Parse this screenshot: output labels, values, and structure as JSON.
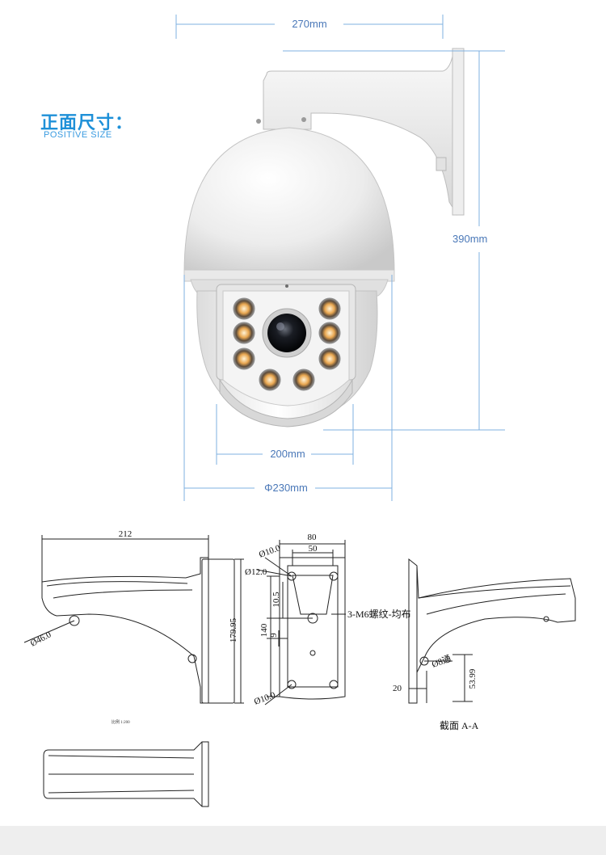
{
  "header": {
    "title": "正面尺寸：",
    "subtitle": "POSITIVE SIZE"
  },
  "top_dimensions": {
    "width_top": "270mm",
    "height": "390mm",
    "width_head": "200mm",
    "diameter": "Φ230mm"
  },
  "drawing_left": {
    "length": "212",
    "height": "179.95",
    "hole": "Ø46.0"
  },
  "drawing_mid": {
    "w80": "80",
    "w50": "50",
    "d10_top": "Ø10.0",
    "d12": "Ø12.0",
    "v10_5": "10.5",
    "v140": "140",
    "v9": "9",
    "screw_note": "3-M6螺纹-均布",
    "d10_bot": "Ø10.0"
  },
  "drawing_right": {
    "through_hole": "Ø8通",
    "v20": "20",
    "v53_99": "53.99",
    "section_label": "截面  A-A"
  },
  "drawing_small": {
    "scale": "比例 1:200"
  },
  "colors": {
    "title_blue": "#1e90d8",
    "dim_blue": "#4a78b8",
    "dim_line": "#7fb0e0",
    "camera_white": "#f2f2f2",
    "ir_led": "#e6a24a"
  }
}
